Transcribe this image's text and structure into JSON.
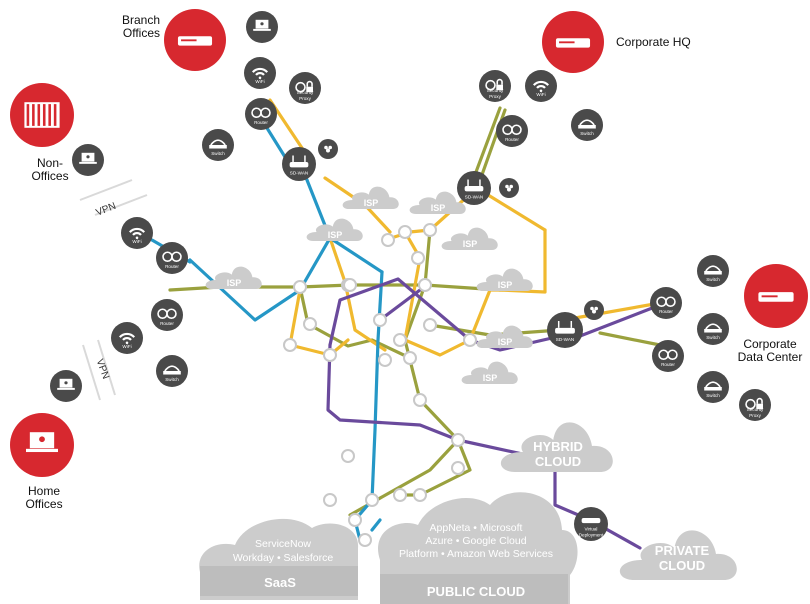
{
  "sites": {
    "branch": "Branch\nOffices",
    "corporate_hq": "Corporate HQ",
    "non_offices": "Non-\nOffices",
    "home": "Home\nOffices",
    "data_center": "Corporate\nData Center"
  },
  "devices": {
    "wifi": "WiFi",
    "router": "Router",
    "switch": "Switch",
    "security_proxy": "Security\nProxy",
    "sdwan": "SD-WAN",
    "virtual_deployment": "Virtual\nDeployment"
  },
  "vpn": "VPN",
  "isp": "ISP",
  "clouds": {
    "hybrid": "HYBRID\nCLOUD",
    "private": "PRIVATE\nCLOUD",
    "saas_title": "SaaS",
    "saas_lines": [
      "ServiceNow",
      "Workday • Salesforce"
    ],
    "public_title": "PUBLIC CLOUD",
    "public_lines": [
      "AppNeta • Microsoft",
      "Azure • Google Cloud",
      "Platform • Amazon Web Services"
    ]
  },
  "colors": {
    "red": "#d7282f",
    "dark_node": "#4a4a4a",
    "cloud": "#cccccc",
    "blue": "#2597c6",
    "olive": "#9aa13e",
    "yellow": "#f0b92f",
    "purple": "#6a4a9c"
  }
}
